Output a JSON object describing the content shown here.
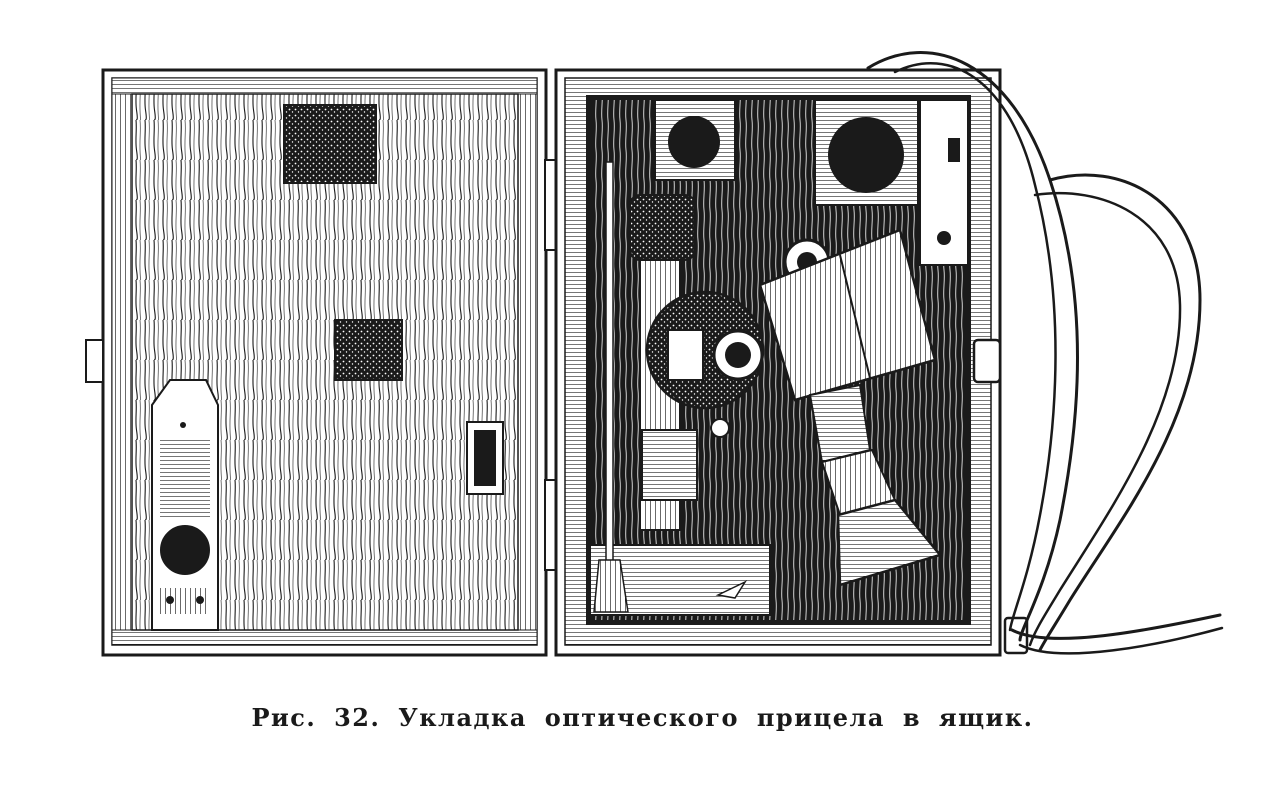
{
  "figure": {
    "caption": "Рис. 32. Укладка оптического прицела в ящик.",
    "ink_color": "#1a1a1a",
    "paper_color": "#ffffff"
  },
  "illustration": {
    "subjects": [
      "open-case-lid",
      "case-body",
      "optical-sight",
      "carrying-strap",
      "cleaning-brush"
    ]
  }
}
